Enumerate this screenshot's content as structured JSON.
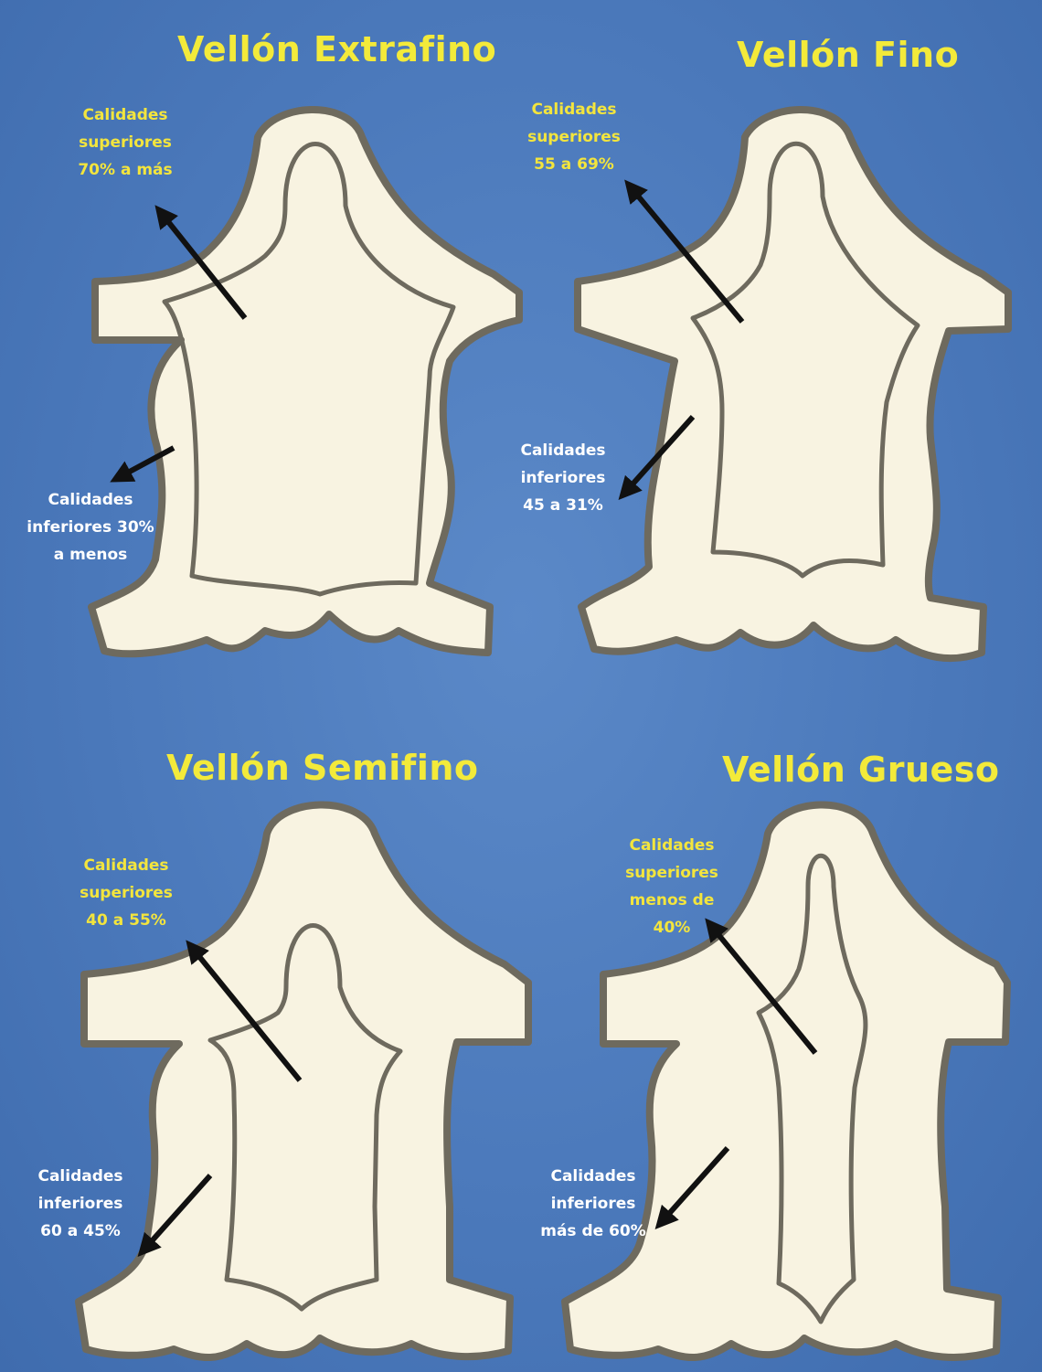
{
  "panels": [
    {
      "title": "Vellón Extrafino",
      "superior": [
        "Calidades",
        "superiores",
        "70% a más"
      ],
      "inferior": [
        "Calidades",
        "inferiores 30%",
        "a menos"
      ]
    },
    {
      "title": "Vellón Fino",
      "superior": [
        "Calidades",
        "superiores",
        "55 a 69%"
      ],
      "inferior": [
        "Calidades",
        "inferiores",
        "45 a 31%"
      ]
    },
    {
      "title": "Vellón Semifino",
      "superior": [
        "Calidades",
        "superiores",
        "40 a 55%"
      ],
      "inferior": [
        "Calidades",
        "inferiores",
        "60 a 45%"
      ]
    },
    {
      "title": "Vellón Grueso",
      "superior": [
        "Calidades",
        "superiores",
        "menos de",
        "40%"
      ],
      "inferior": [
        "Calidades",
        "inferiores",
        "más de 60%"
      ]
    }
  ],
  "colors": {
    "background": "#4b79bb",
    "pelt_fill": "#f8f3e1",
    "pelt_outline": "#6e6a5e",
    "title_text": "#f3ea3a",
    "superior_text": "#f3e53d",
    "inferior_text": "#ffffff",
    "arrow": "#111111"
  }
}
